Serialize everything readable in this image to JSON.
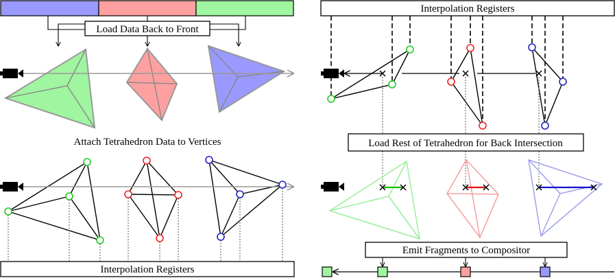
{
  "labels": {
    "load_back_to_front": "Load Data Back to Front",
    "attach_data": "Attach Tetrahedron Data to Vertices",
    "interp_registers_bottom": "Interpolation Registers",
    "interp_registers_top": "Interpolation Registers",
    "load_rest": "Load Rest of Tetrahedron for Back Intersection",
    "emit_fragments": "Emit Fragments to Compositor"
  },
  "colors": {
    "blue": "#9999ff",
    "red": "#ffa0a0",
    "green": "#a0f5a0",
    "green_stroke": "#22cc22",
    "red_stroke": "#ee2222",
    "blue_stroke": "#2222cc",
    "green_light": "#99ee99",
    "red_light": "#f4a0a0",
    "blue_light": "#a0a0ee",
    "camera": "#000000"
  },
  "icons": {
    "camera": "video-camera-icon",
    "intersection": "x-mark-icon"
  }
}
